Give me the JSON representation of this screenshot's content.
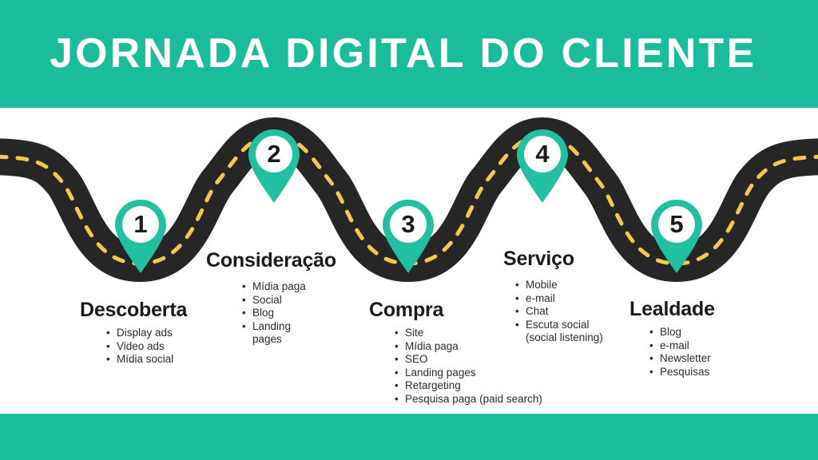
{
  "header": {
    "title": "JORNADA DIGITAL DO CLIENTE",
    "background_color": "#1abc9c",
    "text_color": "#ffffff"
  },
  "footer": {
    "background_color": "#1abc9c"
  },
  "theme": {
    "accent_color": "#1abc9c",
    "road_color": "#262626",
    "road_dash_color": "#f2c94c",
    "text_color": "#1a1a1a",
    "page_background": "#ffffff"
  },
  "road": {
    "name": "winding-road",
    "dash_color": "#f2c94c"
  },
  "stages": [
    {
      "number": "1",
      "title": "Descoberta",
      "items": [
        "Display ads",
        "Video ads",
        "Mídia social"
      ]
    },
    {
      "number": "2",
      "title": "Consideração",
      "items": [
        "Mídia paga",
        "Social",
        "Blog",
        "Landing",
        "pages"
      ]
    },
    {
      "number": "3",
      "title": "Compra",
      "items": [
        "Site",
        "Mídia paga",
        "SEO",
        "Landing pages",
        "Retargeting",
        "Pesquisa paga (paid search)"
      ]
    },
    {
      "number": "4",
      "title": "Serviço",
      "items": [
        "Mobile",
        "e-mail",
        "Chat",
        "Escuta social",
        "(social listening)"
      ]
    },
    {
      "number": "5",
      "title": "Lealdade",
      "items": [
        "Blog",
        "e-mail",
        "Newsletter",
        "Pesquisas"
      ]
    }
  ]
}
